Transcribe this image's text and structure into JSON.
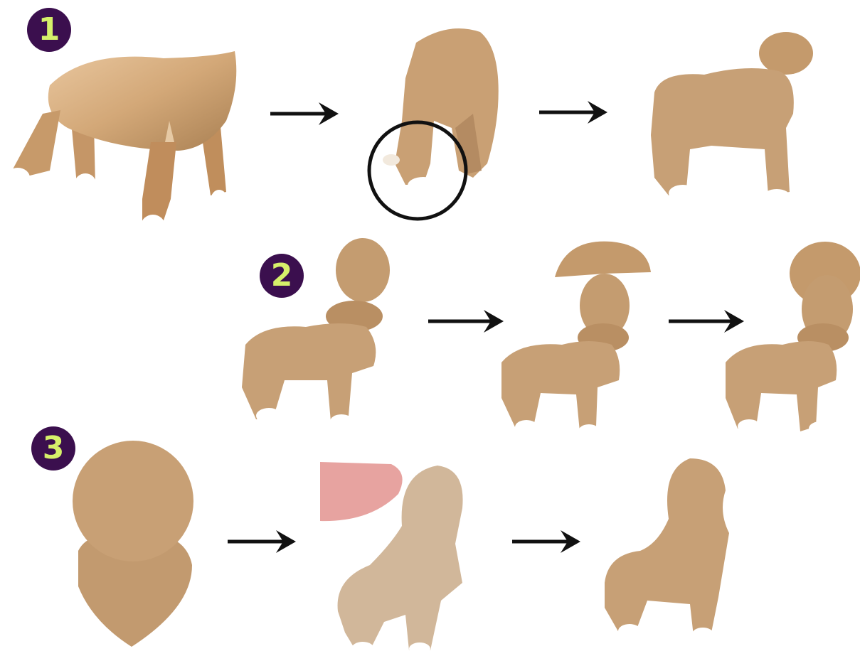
{
  "steps": [
    {
      "number": "1"
    },
    {
      "number": "2"
    },
    {
      "number": "3"
    }
  ],
  "colors": {
    "badge_bg": "#3b0f4e",
    "badge_text": "#d6f06a",
    "clay_light": "#d8ae7e",
    "clay_mid": "#c7a076",
    "clay_dark": "#a98660",
    "hoof": "#ffffff",
    "finger": "#e7a3a0",
    "arrow": "#111111"
  },
  "icons": {
    "arrow": "arrow-right-icon",
    "highlight": "circle-highlight"
  }
}
